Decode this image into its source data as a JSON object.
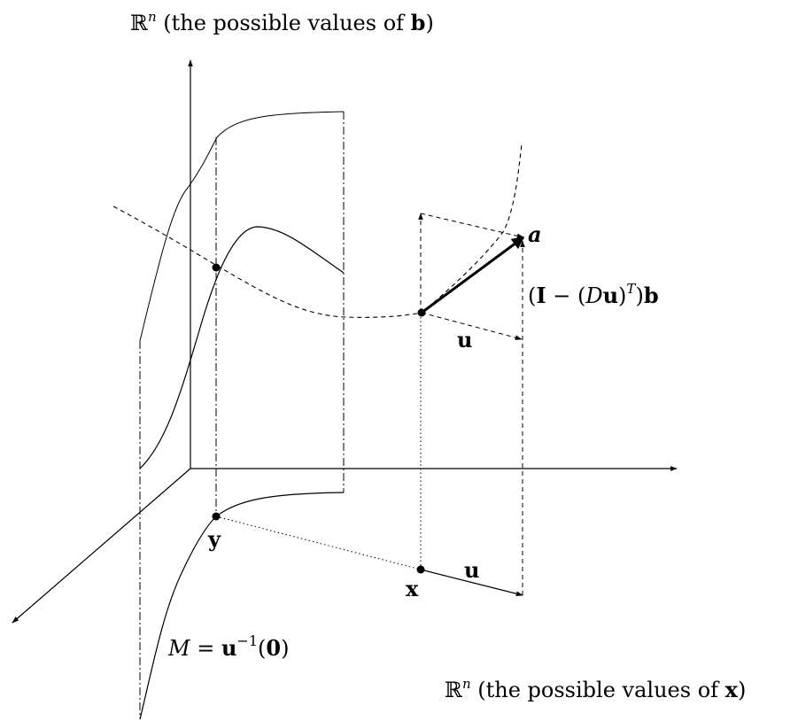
{
  "labels": {
    "rn_b": {
      "space": "ℝ",
      "exp": "n",
      "text": " (the possible values of ",
      "var": "b",
      "close": ")"
    },
    "rn_x": {
      "space": "ℝ",
      "exp": "n",
      "text": " (the possible values of ",
      "var": "x",
      "close": ")"
    },
    "a": "a",
    "projection": {
      "open": "(",
      "I": "I",
      "minus": " − (",
      "D": "D",
      "u": "u",
      "close1": ")",
      "T": "T",
      "close2": ")",
      "b": "b"
    },
    "u_upper": "u",
    "u_lower": "u",
    "y": "y",
    "x": "x",
    "manifold": {
      "M": "M",
      "eq": " = ",
      "u": "u",
      "exp": "−1",
      "open": "(",
      "zero": "0",
      "close": ")"
    }
  },
  "colors": {
    "ink": "#000000",
    "background": "#ffffff"
  }
}
